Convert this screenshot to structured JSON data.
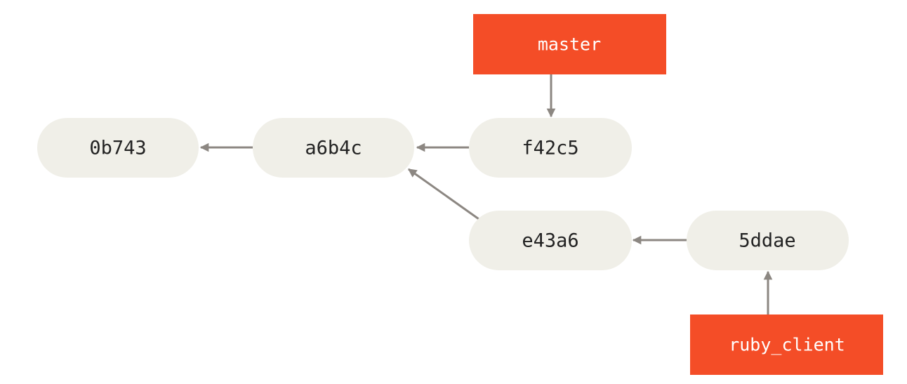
{
  "colors": {
    "commit_fill": "#f0efe8",
    "branch_fill": "#f44d27",
    "arrow": "#8c8782",
    "commit_text": "#222222",
    "branch_text": "#ffffff"
  },
  "commits": [
    {
      "id": "c0b743",
      "label": "0b743"
    },
    {
      "id": "ca6b4c",
      "label": "a6b4c"
    },
    {
      "id": "cf42c5",
      "label": "f42c5"
    },
    {
      "id": "ce43a6",
      "label": "e43a6"
    },
    {
      "id": "c5ddae",
      "label": "5ddae"
    }
  ],
  "branches": [
    {
      "id": "bmaster",
      "label": "master",
      "points_to": "f42c5"
    },
    {
      "id": "bruby",
      "label": "ruby_client",
      "points_to": "5ddae"
    }
  ],
  "edges": [
    {
      "from": "a6b4c",
      "to": "0b743"
    },
    {
      "from": "f42c5",
      "to": "a6b4c"
    },
    {
      "from": "e43a6",
      "to": "a6b4c"
    },
    {
      "from": "5ddae",
      "to": "e43a6"
    }
  ]
}
